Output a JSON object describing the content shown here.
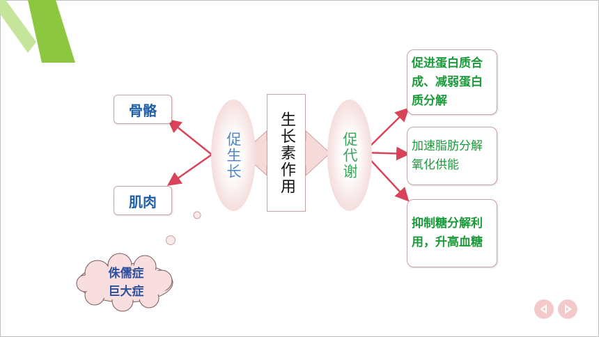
{
  "center": {
    "text": "生长素作用"
  },
  "left_oval": {
    "text": "促生长"
  },
  "right_oval": {
    "text": "促代谢"
  },
  "left_boxes": [
    {
      "text": "骨骼"
    },
    {
      "text": "肌肉"
    }
  ],
  "right_boxes": [
    {
      "text": "促进蛋白质合成、减弱蛋白质分解"
    },
    {
      "text": "加速脂肪分解氧化供能"
    },
    {
      "text": "抑制糖分解利用，升高血糖"
    }
  ],
  "cloud": {
    "line1": "侏儒症",
    "line2": "巨大症"
  },
  "colors": {
    "arrow": "#d9435a",
    "arrow_body": "#f6dada",
    "corner_green": "#8dc63f",
    "left_text": "#1f5fa8",
    "right_text": "#1b9a3a",
    "cloud_fill": "#f8dede",
    "cloud_text": "#2d4f9c"
  },
  "icons": {
    "prev": "triangle-left-icon",
    "next": "triangle-right-icon"
  }
}
